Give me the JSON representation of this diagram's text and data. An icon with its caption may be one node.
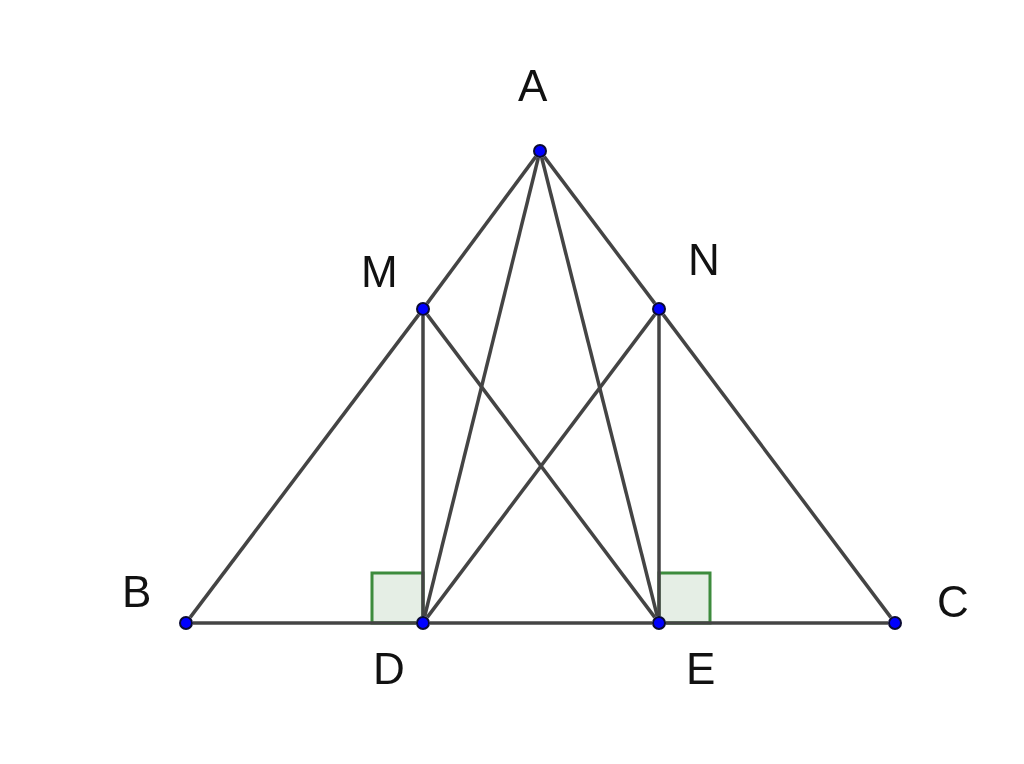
{
  "diagram": {
    "nodes": [
      {
        "text": [
          "A"
        ]
      },
      {
        "text": [
          "M"
        ]
      },
      {
        "text": [
          "N"
        ]
      },
      {
        "text": [
          "B"
        ]
      },
      {
        "text": [
          "D"
        ]
      },
      {
        "text": [
          "E"
        ]
      },
      {
        "text": [
          "C"
        ]
      }
    ],
    "edges": [
      {
        "from": 0,
        "to": 1,
        "arrow": "none"
      },
      {
        "from": 0,
        "to": 2,
        "arrow": "none"
      },
      {
        "from": 0,
        "to": 4,
        "arrow": "none"
      },
      {
        "from": 0,
        "to": 5,
        "arrow": "none"
      },
      {
        "from": 1,
        "to": 3,
        "arrow": "none"
      },
      {
        "from": 2,
        "to": 6,
        "arrow": "none"
      },
      {
        "from": 1,
        "to": 4,
        "arrow": "none"
      },
      {
        "from": 1,
        "to": 5,
        "arrow": "none"
      },
      {
        "from": 2,
        "to": 4,
        "arrow": "none"
      },
      {
        "from": 2,
        "to": 5,
        "arrow": "none"
      },
      {
        "from": 3,
        "to": 4,
        "arrow": "none"
      },
      {
        "from": 4,
        "to": 5,
        "arrow": "none"
      },
      {
        "from": 5,
        "to": 6,
        "arrow": "none"
      }
    ]
  }
}
